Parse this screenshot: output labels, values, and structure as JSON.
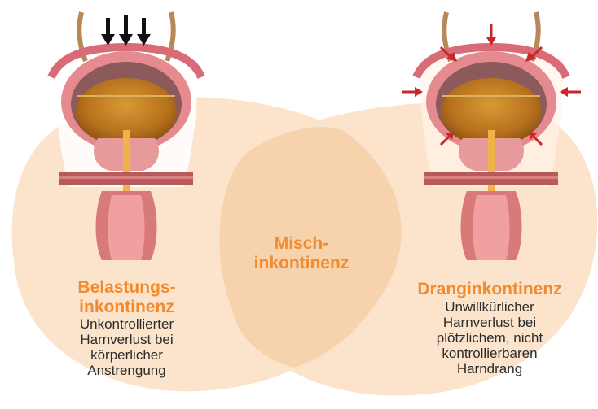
{
  "left": {
    "title_line1": "Belastungs-",
    "title_line2": "inkontinenz",
    "desc_lines": [
      "Unkontrollierter",
      "Harnverlust bei",
      "körperlicher",
      "Anstrengung"
    ]
  },
  "middle": {
    "title_line1": "Misch-",
    "title_line2": "inkontinenz"
  },
  "right": {
    "title": "Dranginkontinenz",
    "desc_lines": [
      "Unwillkürlicher",
      "Harnverlust bei",
      "plötzlichem, nicht",
      "kontrollierbaren",
      "Harndrang"
    ]
  },
  "colors": {
    "accent": "#f28a2e",
    "blob": "#fbe3cc",
    "overlap": "#f5cfa8",
    "arrow_black": "#111111",
    "arrow_red": "#c8262c"
  },
  "icons": [
    "bladder-illustration",
    "pressure-arrows"
  ]
}
